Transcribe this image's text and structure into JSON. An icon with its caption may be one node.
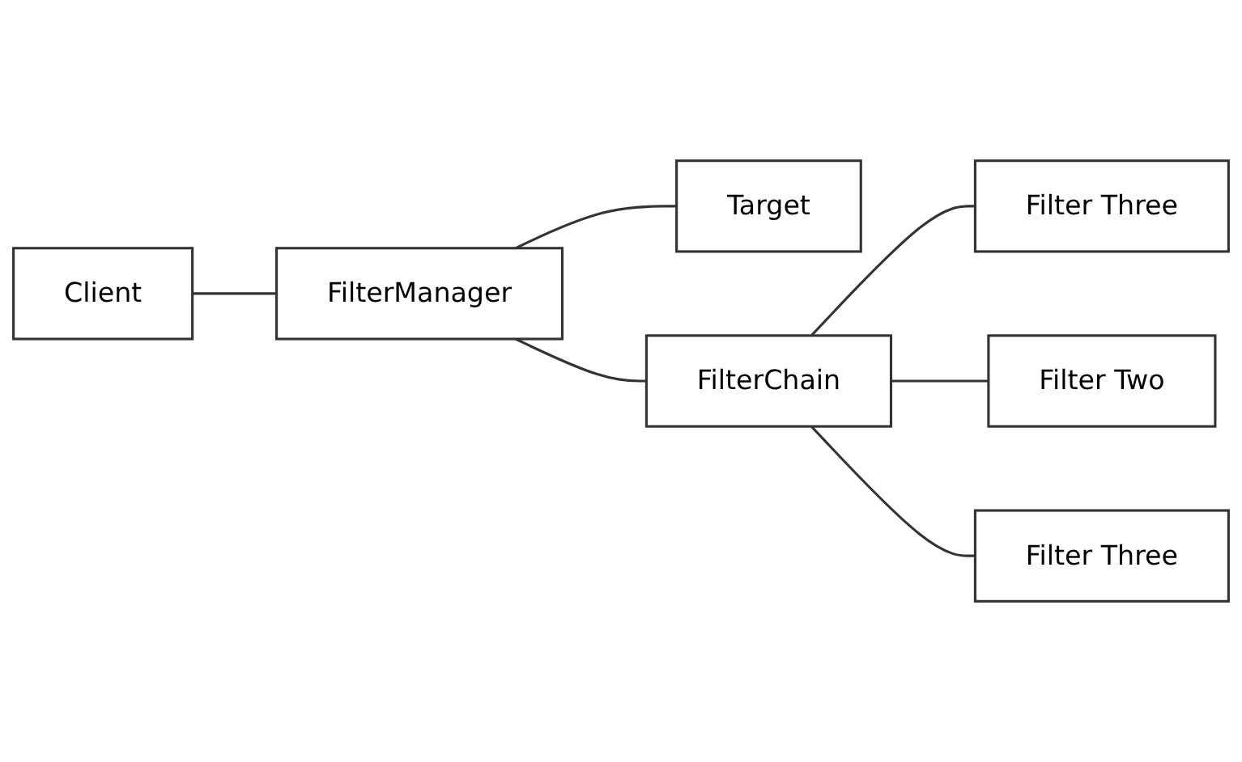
{
  "diagram": {
    "nodes": [
      {
        "text": [
          "Client"
        ]
      },
      {
        "text": [
          "FilterManager"
        ]
      },
      {
        "text": [
          "Target"
        ]
      },
      {
        "text": [
          "Filter Three"
        ]
      },
      {
        "text": [
          "FilterChain"
        ]
      },
      {
        "text": [
          "Filter Two"
        ]
      },
      {
        "text": [
          "Filter Three"
        ]
      }
    ],
    "edges": [
      {
        "from": 0,
        "to": 1,
        "arrow": "none"
      },
      {
        "from": 1,
        "to": 2,
        "arrow": "none"
      },
      {
        "from": 1,
        "to": 4,
        "arrow": "none"
      },
      {
        "from": 4,
        "to": 3,
        "arrow": "none"
      },
      {
        "from": 4,
        "to": 5,
        "arrow": "none"
      },
      {
        "from": 4,
        "to": 6,
        "arrow": "none"
      }
    ]
  }
}
